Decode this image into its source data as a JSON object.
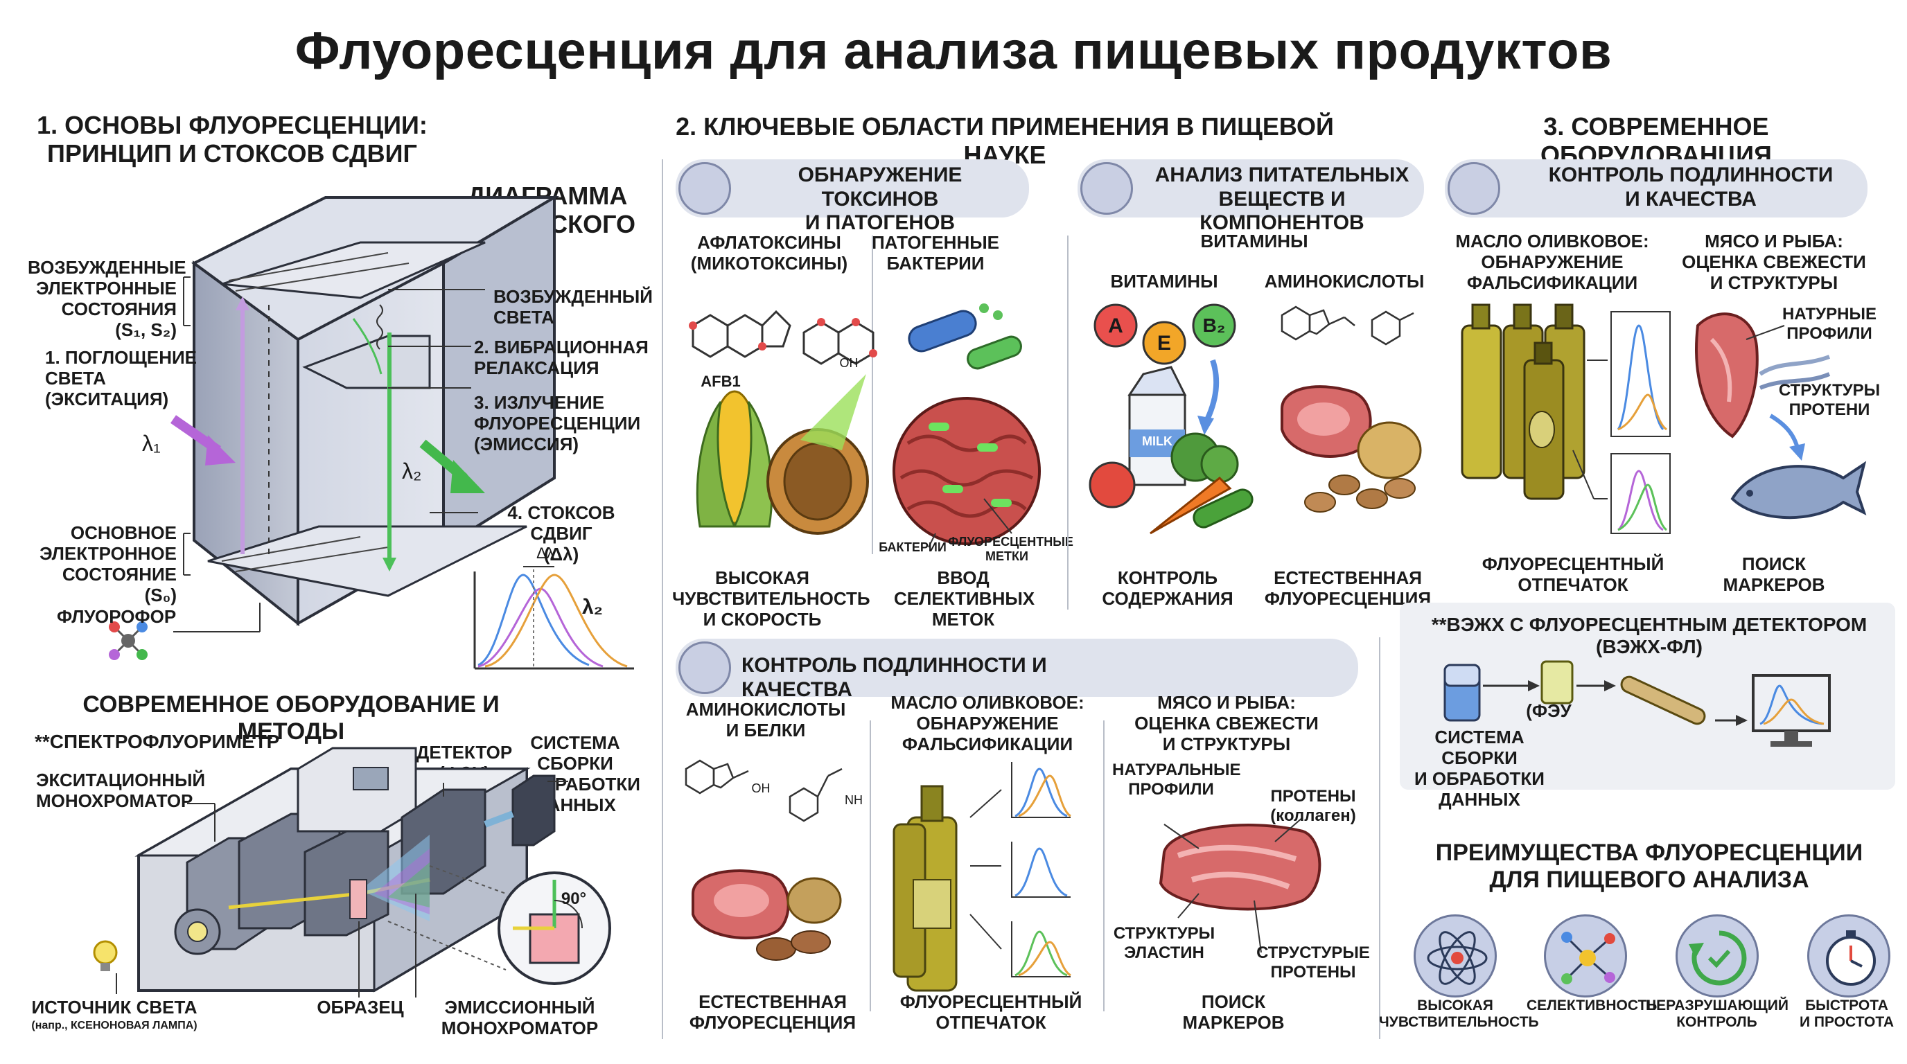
{
  "title": "Флуоресценция для анализа пищевых продуктов",
  "s1": {
    "heading": "1. ОСНОВЫ ФЛУОРЕСЦЕНЦИИ:\nПРИНЦИП И СТОКСОВ СДВИГ",
    "diagram_title": "ДИАГРАММА\nЯБЛОНСКОГО",
    "excited_states": "ВОЗБУЖДЕННЫЕ\nЭЛЕКТРОННЫЕ\nСОСТОЯНИЯ\n(S₁, S₂)",
    "absorption": "1. ПОГЛОЩЕНИЕ\nСВЕТА\n(ЭКСИТАЦИЯ)",
    "lambda1": "λ₁",
    "ground_state": "ОСНОВНОЕ\nЭЛЕКТРОННОЕ\nСОСТОЯНИЕ (S₀)",
    "fluorophore": "ФЛУОРОФОР",
    "excited_light": "ВОЗБУЖДЕННЫЙ\nСВЕТА",
    "vibrational": "2. ВИБРАЦИОННАЯ\nРЕЛАКСАЦИЯ",
    "emission": "3. ИЗЛУЧЕНИЕ\nФЛУОРЕСЦЕНЦИИ\n(ЭМИССИЯ)",
    "lambda2": "λ₂",
    "stokes": "4. СТОКСОВ СДВИГ\n(Δλ)",
    "delta_lambda": "Δλ",
    "lambda2_plot": "λ₂"
  },
  "equip": {
    "heading": "СОВРЕМЕННОЕ ОБОРУДОВАНИЕ И МЕТОДЫ",
    "spectro": "**СПЕКТРОФЛУОРИМЕТР",
    "exc_mono": "ЭКСИТАЦИОННЫЙ\nМОНОХРОМАТОР",
    "detector": "ДЕТЕКТОР\n(ФЭУ)",
    "system": "СИСТЕМА СБОРКИ\nИ ОБРАБОТКИ\nДАННЫХ",
    "angle": "90°",
    "light_source": "ИСТОЧНИК СВЕТА",
    "light_source_note": "(напр., КСЕНОНОВАЯ ЛАМПА)",
    "sample": "ОБРАЗЕЦ",
    "emis_mono": "ЭМИССИОННЫЙ\nМОНОХРОМАТОР"
  },
  "s2": {
    "heading": "2. КЛЮЧЕВЫЕ ОБЛАСТИ ПРИМЕНЕНИЯ В ПИЩЕВОЙ НАУКЕ",
    "toxins": {
      "banner": "ОБНАРУЖЕНИЕ ТОКСИНОВ\nИ ПАТОГЕНОВ",
      "aflatoxins": "АФЛАТОКСИНЫ\n(МИКОТОКСИНЫ)",
      "afb1": "AFB1",
      "oh": "OH",
      "pathogens": "ПАТОГЕННЫЕ\nБАКТЕРИИ",
      "bacteria": "БАКТЕРИИ",
      "fluor_tags": "ФЛУОРЕСЦЕНТНЫЕ\nМЕТКИ",
      "sensitivity": "ВЫСОКАЯ\nЧУВСТВИТЕЛЬНОСТЬ\nИ СКОРОСТЬ",
      "selective": "ВВОД\nСЕЛЕКТИВНЫХ\nМЕТОК"
    },
    "nutrients": {
      "banner": "АНАЛИЗ ПИТАТЕЛЬНЫХ\nВЕЩЕСТВ И КОМПОНЕНТОВ",
      "vitamins_top": "ВИТАМИНЫ",
      "vitamins": "ВИТАМИНЫ",
      "amino": "АМИНОКИСЛОТЫ",
      "vit_a": "A",
      "vit_e": "E",
      "vit_b2": "B₂",
      "milk": "MILK",
      "content": "КОНТРОЛЬ\nСОДЕРЖАНИЯ",
      "natural": "ЕСТЕСТВЕННАЯ\nФЛУОРЕСЦЕНЦИЯ"
    },
    "quality": {
      "banner": "КОНТРОЛЬ ПОДЛИННОСТИ И КАЧЕСТВА",
      "amino": "АМИНОКИСЛОТЫ\nИ БЕЛКИ",
      "oil": "МАСЛО ОЛИВКОВОЕ:\nОБНАРУЖЕНИЕ\nФАЛЬСИФИКАЦИИ",
      "meat": "МЯСО И РЫБА:\nОЦЕНКА СВЕЖЕСТИ\nИ СТРУКТУРЫ",
      "natural_profiles": "НАТУРАЛЬНЫЕ\nПРОФИЛИ",
      "protens": "ПРОТЕНЫ\n(коллаген)",
      "elastin": "СТРУКТУРЫ\nЭЛАСТИН",
      "struct_protens": "СТРУСТУРЫЕ\nПРОТЕНЫ",
      "natural_fl": "ЕСТЕСТВЕННАЯ\nФЛУОРЕСЦЕНЦИЯ",
      "fingerprint": "ФЛУОРЕСЦЕНТНЫЙ\nОТПЕЧАТОК",
      "markers": "ПОИСК\nМАРКЕРОВ",
      "oh": "OH",
      "nh": "NH"
    }
  },
  "s3": {
    "heading": "3. СОВРЕМЕННОЕ ОБОРУДОВАНЦИЯ",
    "banner": "КОНТРОЛЬ ПОДЛИННОСТИ\nИ КАЧЕСТВА",
    "oil": "МАСЛО ОЛИВКОВОЕ:\nОБНАРУЖЕНИЕ\nФАЛЬСИФИКАЦИИ",
    "meat": "МЯСО И РЫБА:\nОЦЕНКА СВЕЖЕСТИ\nИ СТРУКТУРЫ",
    "natural_profiles": "НАТУРНЫЕ\nПРОФИЛИ",
    "struct_proteins": "СТРУКТУРЫ\nПРОТЕНИ",
    "fingerprint": "ФЛУОРЕСЦЕНТНЫЙ\nОТПЕЧАТОК",
    "markers": "ПОИСК\nМАРКЕРОВ",
    "hplc": "**ВЭЖХ С ФЛУОРЕСЦЕНТНЫМ ДЕТЕКТОРОМ\n(ВЭЖХ-ФЛ)",
    "feu": "(ФЭУ",
    "system": "СИСТЕМА СБОРКИ\nИ ОБРАБОТКИ\nДАННЫХ",
    "adv_heading": "ПРЕИМУЩЕСТВА ФЛУОРЕСЦЕНЦИИ\nДЛЯ ПИЩЕВОГО АНАЛИЗА",
    "advantages": [
      {
        "label": "ВЫСОКАЯ\nЧУВСТВИТЕЛЬНОСТЬ",
        "icon": "atom-icon"
      },
      {
        "label": "СЕЛЕКТИВНОСТЬ",
        "icon": "network-icon"
      },
      {
        "label": "НЕРАЗРУШАЮЩИЙ\nКОНТРОЛЬ",
        "icon": "recycle-icon"
      },
      {
        "label": "БЫСТРОТА\nИ ПРОСТОТА",
        "icon": "stopwatch-icon"
      }
    ]
  },
  "colors": {
    "banner": "#dfe3ed",
    "excitation": "#b565d8",
    "emission": "#3fb84a",
    "olive_oil": "#b7b52a",
    "meat": "#c95b5b"
  }
}
